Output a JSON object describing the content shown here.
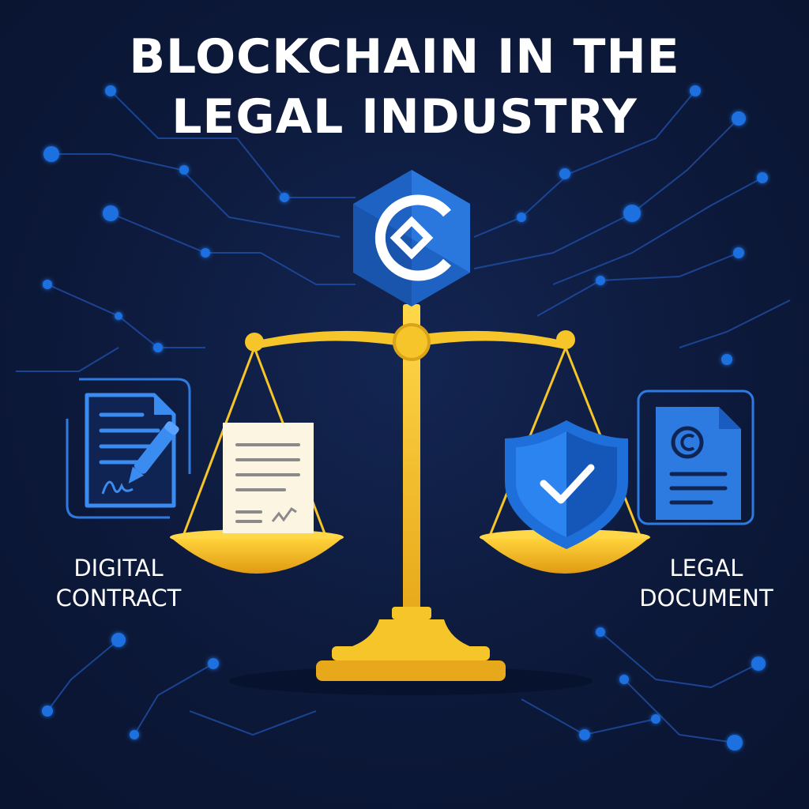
{
  "title": {
    "line1": "BLOCKCHAIN IN THE",
    "line2": "LEGAL INDUSTRY"
  },
  "labels": {
    "left": {
      "line1": "DIGITAL",
      "line2": "CONTRACT"
    },
    "right": {
      "line1": "LEGAL",
      "line2": "DOCUMENT"
    }
  },
  "colors": {
    "background": "#0c1838",
    "circuit": "#1e4fa8",
    "node": "#1f6fe0",
    "gold": "#f5c52a",
    "gold_dark": "#e0a317",
    "blue_accent": "#2d7be0",
    "shield": "#1e6fd9",
    "text": "#ffffff"
  },
  "icons": {
    "logo": "blockchain-hexagon-icon",
    "scale": "scales-of-justice-icon",
    "left_doc": "contract-with-pen-icon",
    "right_doc": "copyright-document-icon",
    "left_pan_item": "signed-paper-icon",
    "right_pan_item": "shield-check-icon"
  }
}
